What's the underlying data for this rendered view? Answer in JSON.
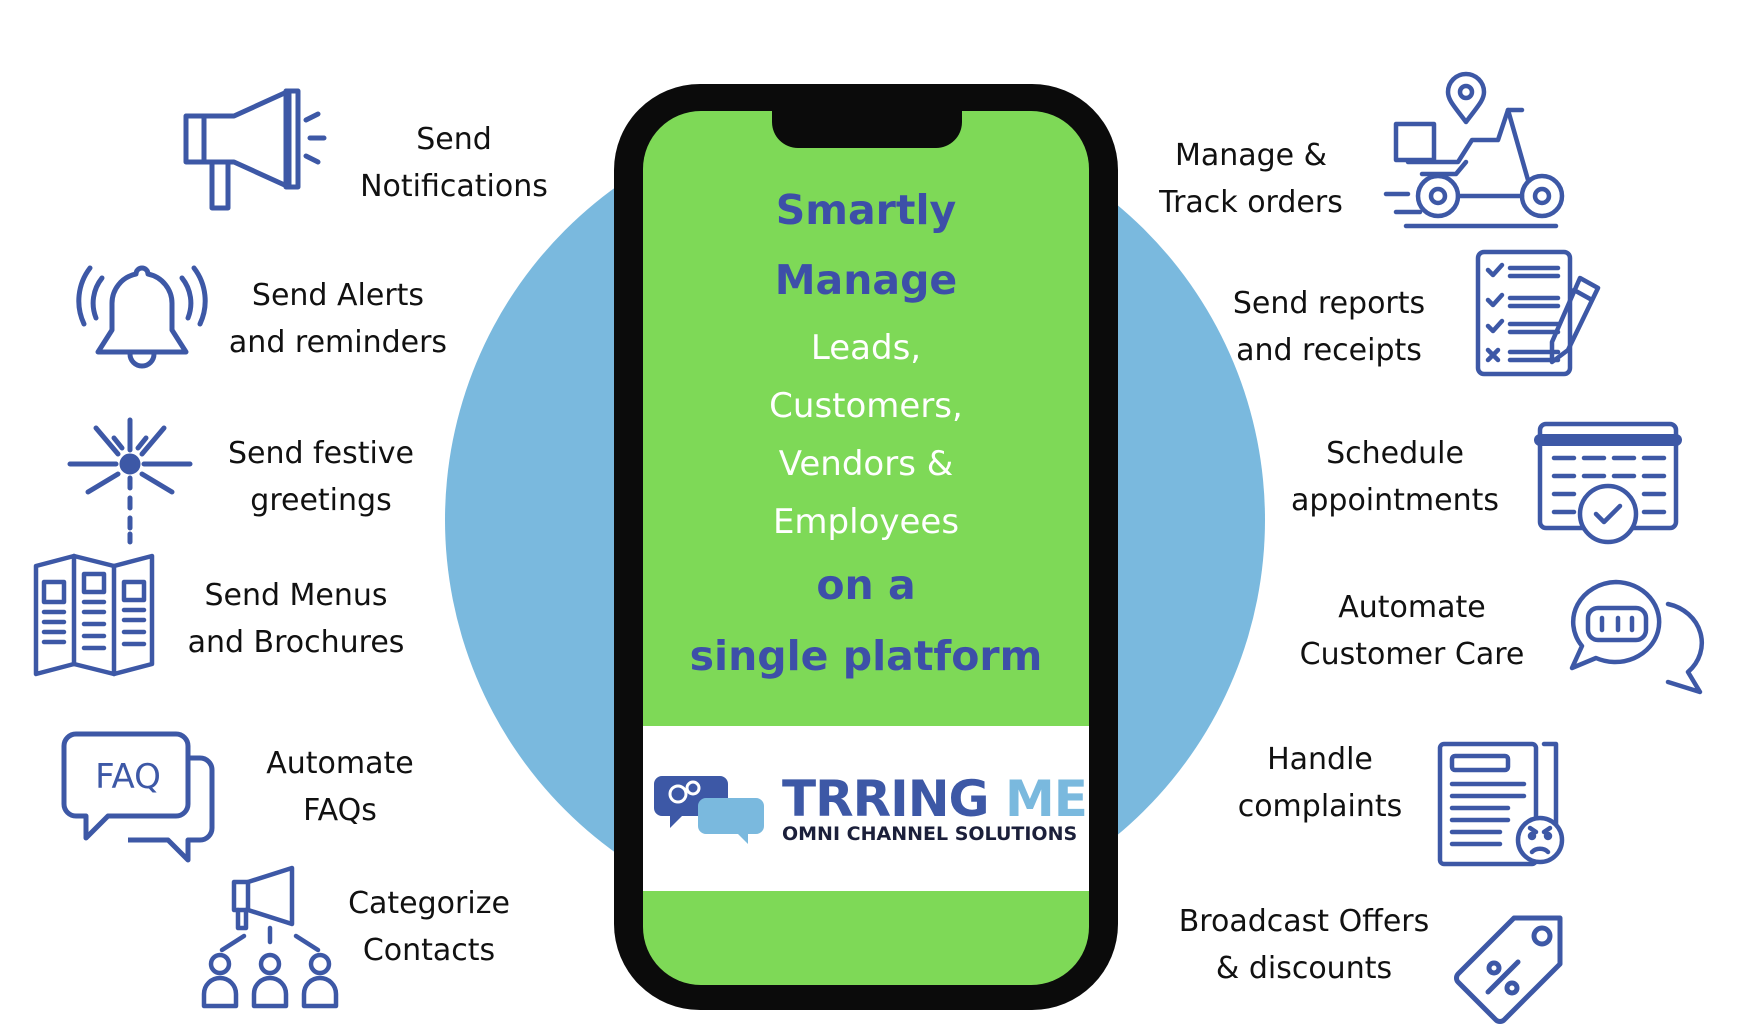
{
  "phone": {
    "line1": "Smartly",
    "line2": "Manage",
    "line3": "Leads,",
    "line4": "Customers,",
    "line5": "Vendors &",
    "line6": "Employees",
    "line7": "on a",
    "line8": "single platform"
  },
  "brand": {
    "name_part1": "TRRING",
    "name_part2": "ME",
    "tagline": "OMNI CHANNEL SOLUTIONS"
  },
  "left_features": [
    {
      "icon": "megaphone-icon",
      "line1": "Send",
      "line2": "Notifications"
    },
    {
      "icon": "bell-icon",
      "line1": "Send Alerts",
      "line2": "and reminders"
    },
    {
      "icon": "fireworks-icon",
      "line1": "Send festive",
      "line2": "greetings"
    },
    {
      "icon": "brochure-icon",
      "line1": "Send Menus",
      "line2": "and Brochures"
    },
    {
      "icon": "faq-icon",
      "line1": "Automate",
      "line2": "FAQs",
      "icon_text": "FAQ"
    },
    {
      "icon": "contacts-group-icon",
      "line1": "Categorize",
      "line2": "Contacts"
    }
  ],
  "right_features": [
    {
      "icon": "delivery-scooter-icon",
      "line1": "Manage &",
      "line2": "Track orders"
    },
    {
      "icon": "checklist-icon",
      "line1": "Send reports",
      "line2": "and receipts"
    },
    {
      "icon": "calendar-icon",
      "line1": "Schedule",
      "line2": "appointments"
    },
    {
      "icon": "chatbot-icon",
      "line1": "Automate",
      "line2": "Customer Care"
    },
    {
      "icon": "complaint-icon",
      "line1": "Handle",
      "line2": "complaints"
    },
    {
      "icon": "price-tag-icon",
      "line1": "Broadcast Offers",
      "line2": "& discounts"
    }
  ],
  "colors": {
    "phone_screen": "#7ed957",
    "circle": "#7ab9de",
    "headline_blue": "#3d4fa8",
    "icon_blue": "#3d58a6",
    "brand_light_blue": "#7ab9de"
  }
}
